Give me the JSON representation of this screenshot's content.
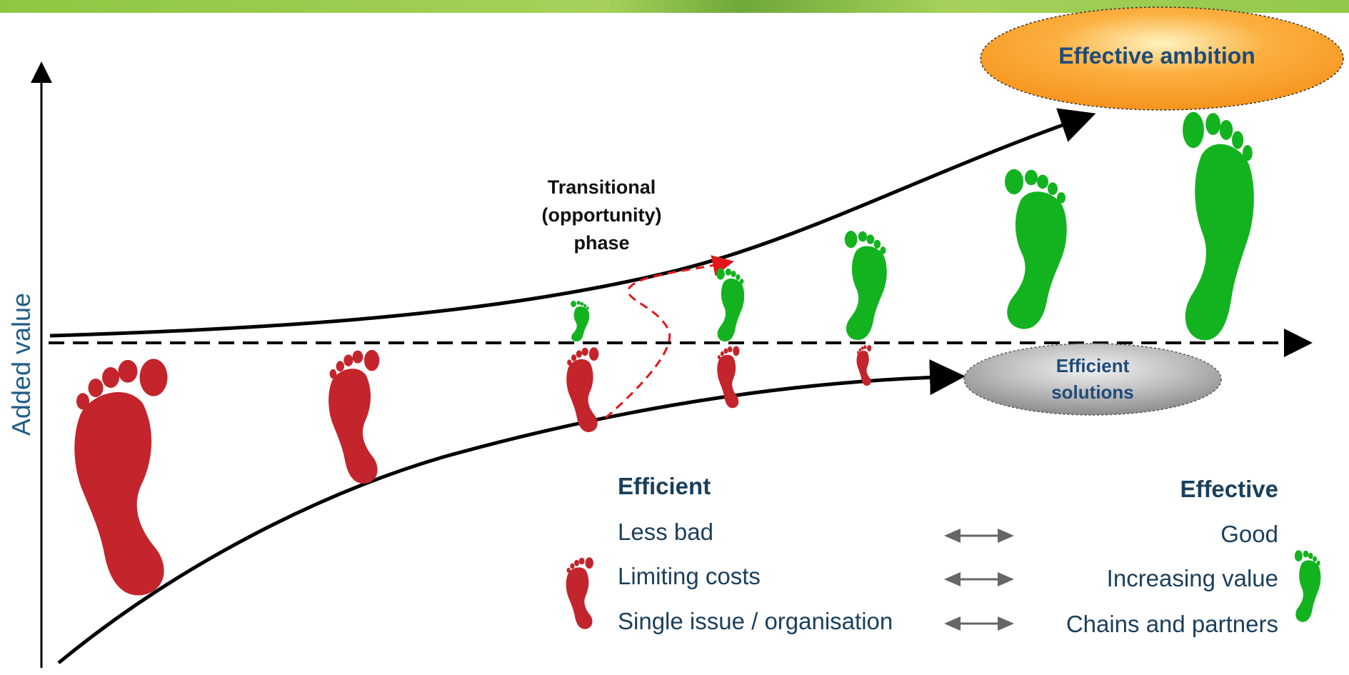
{
  "header": {
    "accent_color": "#93c84a"
  },
  "axis": {
    "y_label": "Added value"
  },
  "ellipses": {
    "ambition": {
      "label": "Effective ambition",
      "color": "#f7941d"
    },
    "efficient": {
      "label_line1": "Efficient",
      "label_line2": "solutions",
      "color": "#a6a6a6"
    }
  },
  "transition": {
    "line1": "Transitional",
    "line2": "(opportunity)",
    "line3": "phase"
  },
  "legend": {
    "left_header": "Efficient",
    "right_header": "Effective",
    "rows": [
      {
        "left": "Less bad",
        "right": "Good"
      },
      {
        "left": "Limiting costs",
        "right": "Increasing value"
      },
      {
        "left": "Single issue / organisation",
        "right": "Chains and partners"
      }
    ]
  },
  "colors": {
    "green_foot": "#12b31f",
    "red_foot": "#c4242b",
    "arrow": "#000000",
    "dashed_red": "#e4161b"
  }
}
